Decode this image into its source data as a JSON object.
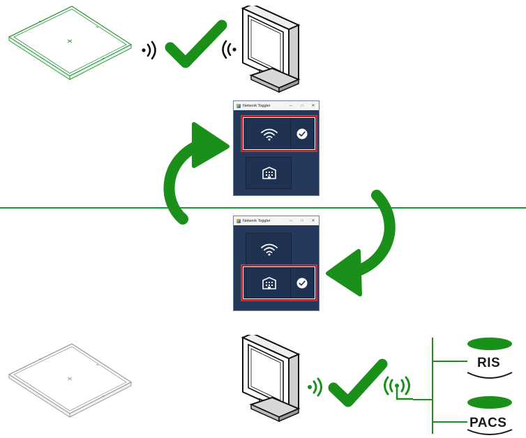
{
  "app_window": {
    "title": "Network Toggler",
    "minimize_glyph": "–",
    "maximize_glyph": "□",
    "close_glyph": "✕"
  },
  "options": [
    {
      "id": "wifi",
      "icon": "wifi-icon"
    },
    {
      "id": "wired",
      "icon": "building-network-icon"
    }
  ],
  "states": [
    {
      "selected": "wifi"
    },
    {
      "selected": "wired"
    }
  ],
  "databases": [
    "RIS",
    "PACS"
  ],
  "colors": {
    "accent_green": "#1a8f1a",
    "window_bg": "#24385a",
    "selection": "#e4252a",
    "detector_active": "#2e9a3e",
    "detector_inactive": "#9a9a9a"
  }
}
